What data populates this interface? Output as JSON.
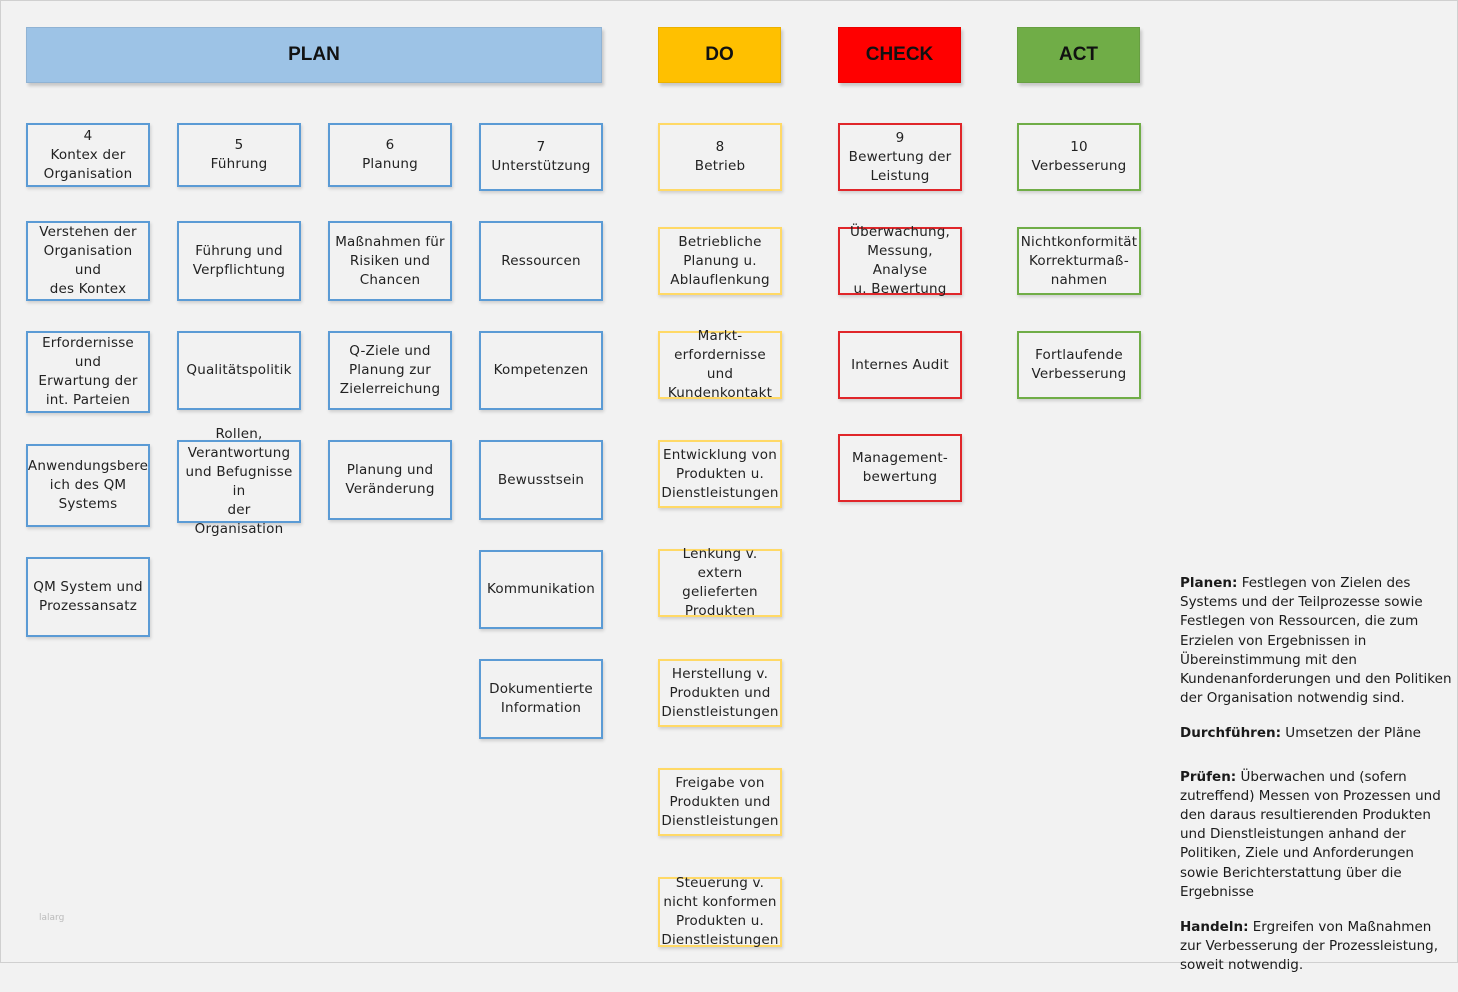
{
  "colors": {
    "plan": "#9dc3e6",
    "do": "#ffc000",
    "check": "#ff0000",
    "act": "#70ad47",
    "plan_border": "#5b9bd5",
    "do_border": "#ffd966",
    "check_border": "#e0262a",
    "act_border": "#70ad47"
  },
  "headers": {
    "plan": "PLAN",
    "do": "DO",
    "check": "CHECK",
    "act": "ACT"
  },
  "plan": {
    "col4": [
      "4\nKontex der\nOrganisation",
      "Verstehen der\nOrganisation und\ndes Kontex",
      "Erfordernisse und\nErwartung der\nint. Parteien",
      "Anwendungsbere\nich des QM\nSystems",
      "QM System und\nProzessansatz"
    ],
    "col5": [
      "5\nFührung",
      "Führung und\nVerpflichtung",
      "Qualitätspolitik",
      "Rollen,\nVerantwortung\nund Befugnisse in\nder Organisation"
    ],
    "col6": [
      "6\nPlanung",
      "Maßnahmen für\nRisiken und\nChancen",
      "Q-Ziele und\nPlanung zur\nZielerreichung",
      "Planung und\nVeränderung"
    ],
    "col7": [
      "7\nUnterstützung",
      "Ressourcen",
      "Kompetenzen",
      "Bewusstsein",
      "Kommunikation",
      "Dokumentierte\nInformation"
    ]
  },
  "do": [
    "8\nBetrieb",
    "Betriebliche\nPlanung u.\nAblauflenkung",
    "Markt-\nerfordernisse und\nKundenkontakt",
    "Entwicklung von\nProdukten u.\nDienstleistungen",
    "Lenkung v. extern\ngelieferten\nProdukten",
    "Herstellung v.\nProdukten und\nDienstleistungen",
    "Freigabe von\nProdukten und\nDienstleistungen",
    "Steuerung v.\nnicht konformen\nProdukten u.\nDienstleistungen"
  ],
  "check": [
    "9\nBewertung der\nLeistung",
    "Überwachung,\nMessung, Analyse\nu. Bewertung",
    "Internes Audit",
    "Management-\nbewertung"
  ],
  "act": [
    "10\nVerbesserung",
    "Nichtkonformität\nKorrekturmaß-\nnahmen",
    "Fortlaufende\nVerbesserung"
  ],
  "legend": {
    "plan_term": "Planen:",
    "plan_text": " Festlegen von Zielen des Systems und der Teilprozesse sowie Festlegen von Ressourcen, die zum Erzielen von Ergebnissen in Übereinstimmung mit den Kundenanforderungen und den Politiken der Organisation notwendig sind.",
    "do_term": "Durchführen:",
    "do_text": " Umsetzen der Pläne",
    "check_term": "Prüfen:",
    "check_text": " Überwachen und (sofern zutreffend) Messen von Prozessen und den daraus resultierenden Produkten und Dienstleistungen anhand der Politiken, Ziele und Anforderungen sowie Berichterstattung über die Ergebnisse",
    "act_term": "Handeln:",
    "act_text": " Ergreifen von Maßnahmen zur Verbesserung der Prozessleistung, soweit notwendig."
  },
  "watermark": "lalarg"
}
